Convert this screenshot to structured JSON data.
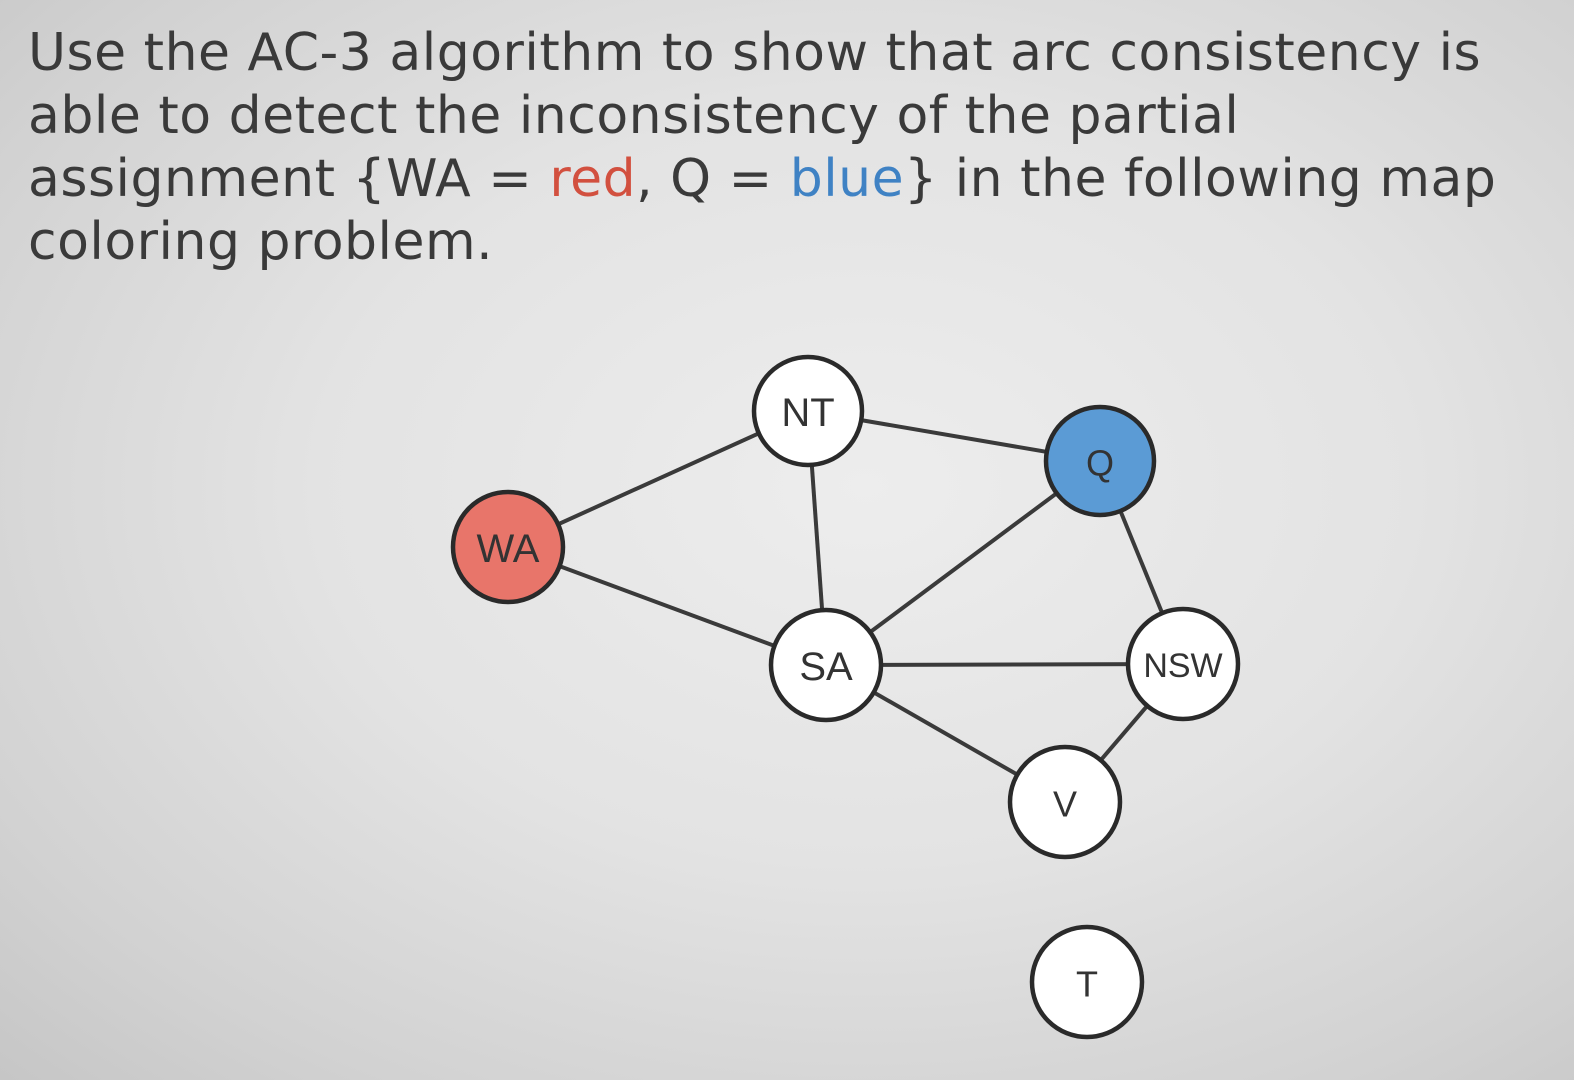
{
  "question": {
    "line1": "Use the AC-3 algorithm to show that arc consistency is",
    "line2": "able to detect the inconsistency of the partial",
    "line3_pre": "assignment {WA = ",
    "red_value": "red",
    "line3_mid": ", Q = ",
    "blue_value": "blue",
    "line3_post": "} in the following map",
    "line4": "coloring problem."
  },
  "colors": {
    "red": "#e8756a",
    "blue": "#5b9bd5",
    "uncolored": "#ffffff",
    "text_red": "#d2503f",
    "text_blue": "#3f82c4"
  },
  "graph": {
    "nodes": [
      {
        "id": "NT",
        "label": "NT",
        "color": "uncolored"
      },
      {
        "id": "Q",
        "label": "Q",
        "color": "blue"
      },
      {
        "id": "WA",
        "label": "WA",
        "color": "red"
      },
      {
        "id": "SA",
        "label": "SA",
        "color": "uncolored"
      },
      {
        "id": "NSW",
        "label": "NSW",
        "color": "uncolored"
      },
      {
        "id": "V",
        "label": "V",
        "color": "uncolored"
      },
      {
        "id": "T",
        "label": "T",
        "color": "uncolored"
      }
    ],
    "edges": [
      [
        "WA",
        "NT"
      ],
      [
        "WA",
        "SA"
      ],
      [
        "NT",
        "Q"
      ],
      [
        "NT",
        "SA"
      ],
      [
        "Q",
        "SA"
      ],
      [
        "Q",
        "NSW"
      ],
      [
        "SA",
        "NSW"
      ],
      [
        "SA",
        "V"
      ],
      [
        "NSW",
        "V"
      ]
    ]
  }
}
